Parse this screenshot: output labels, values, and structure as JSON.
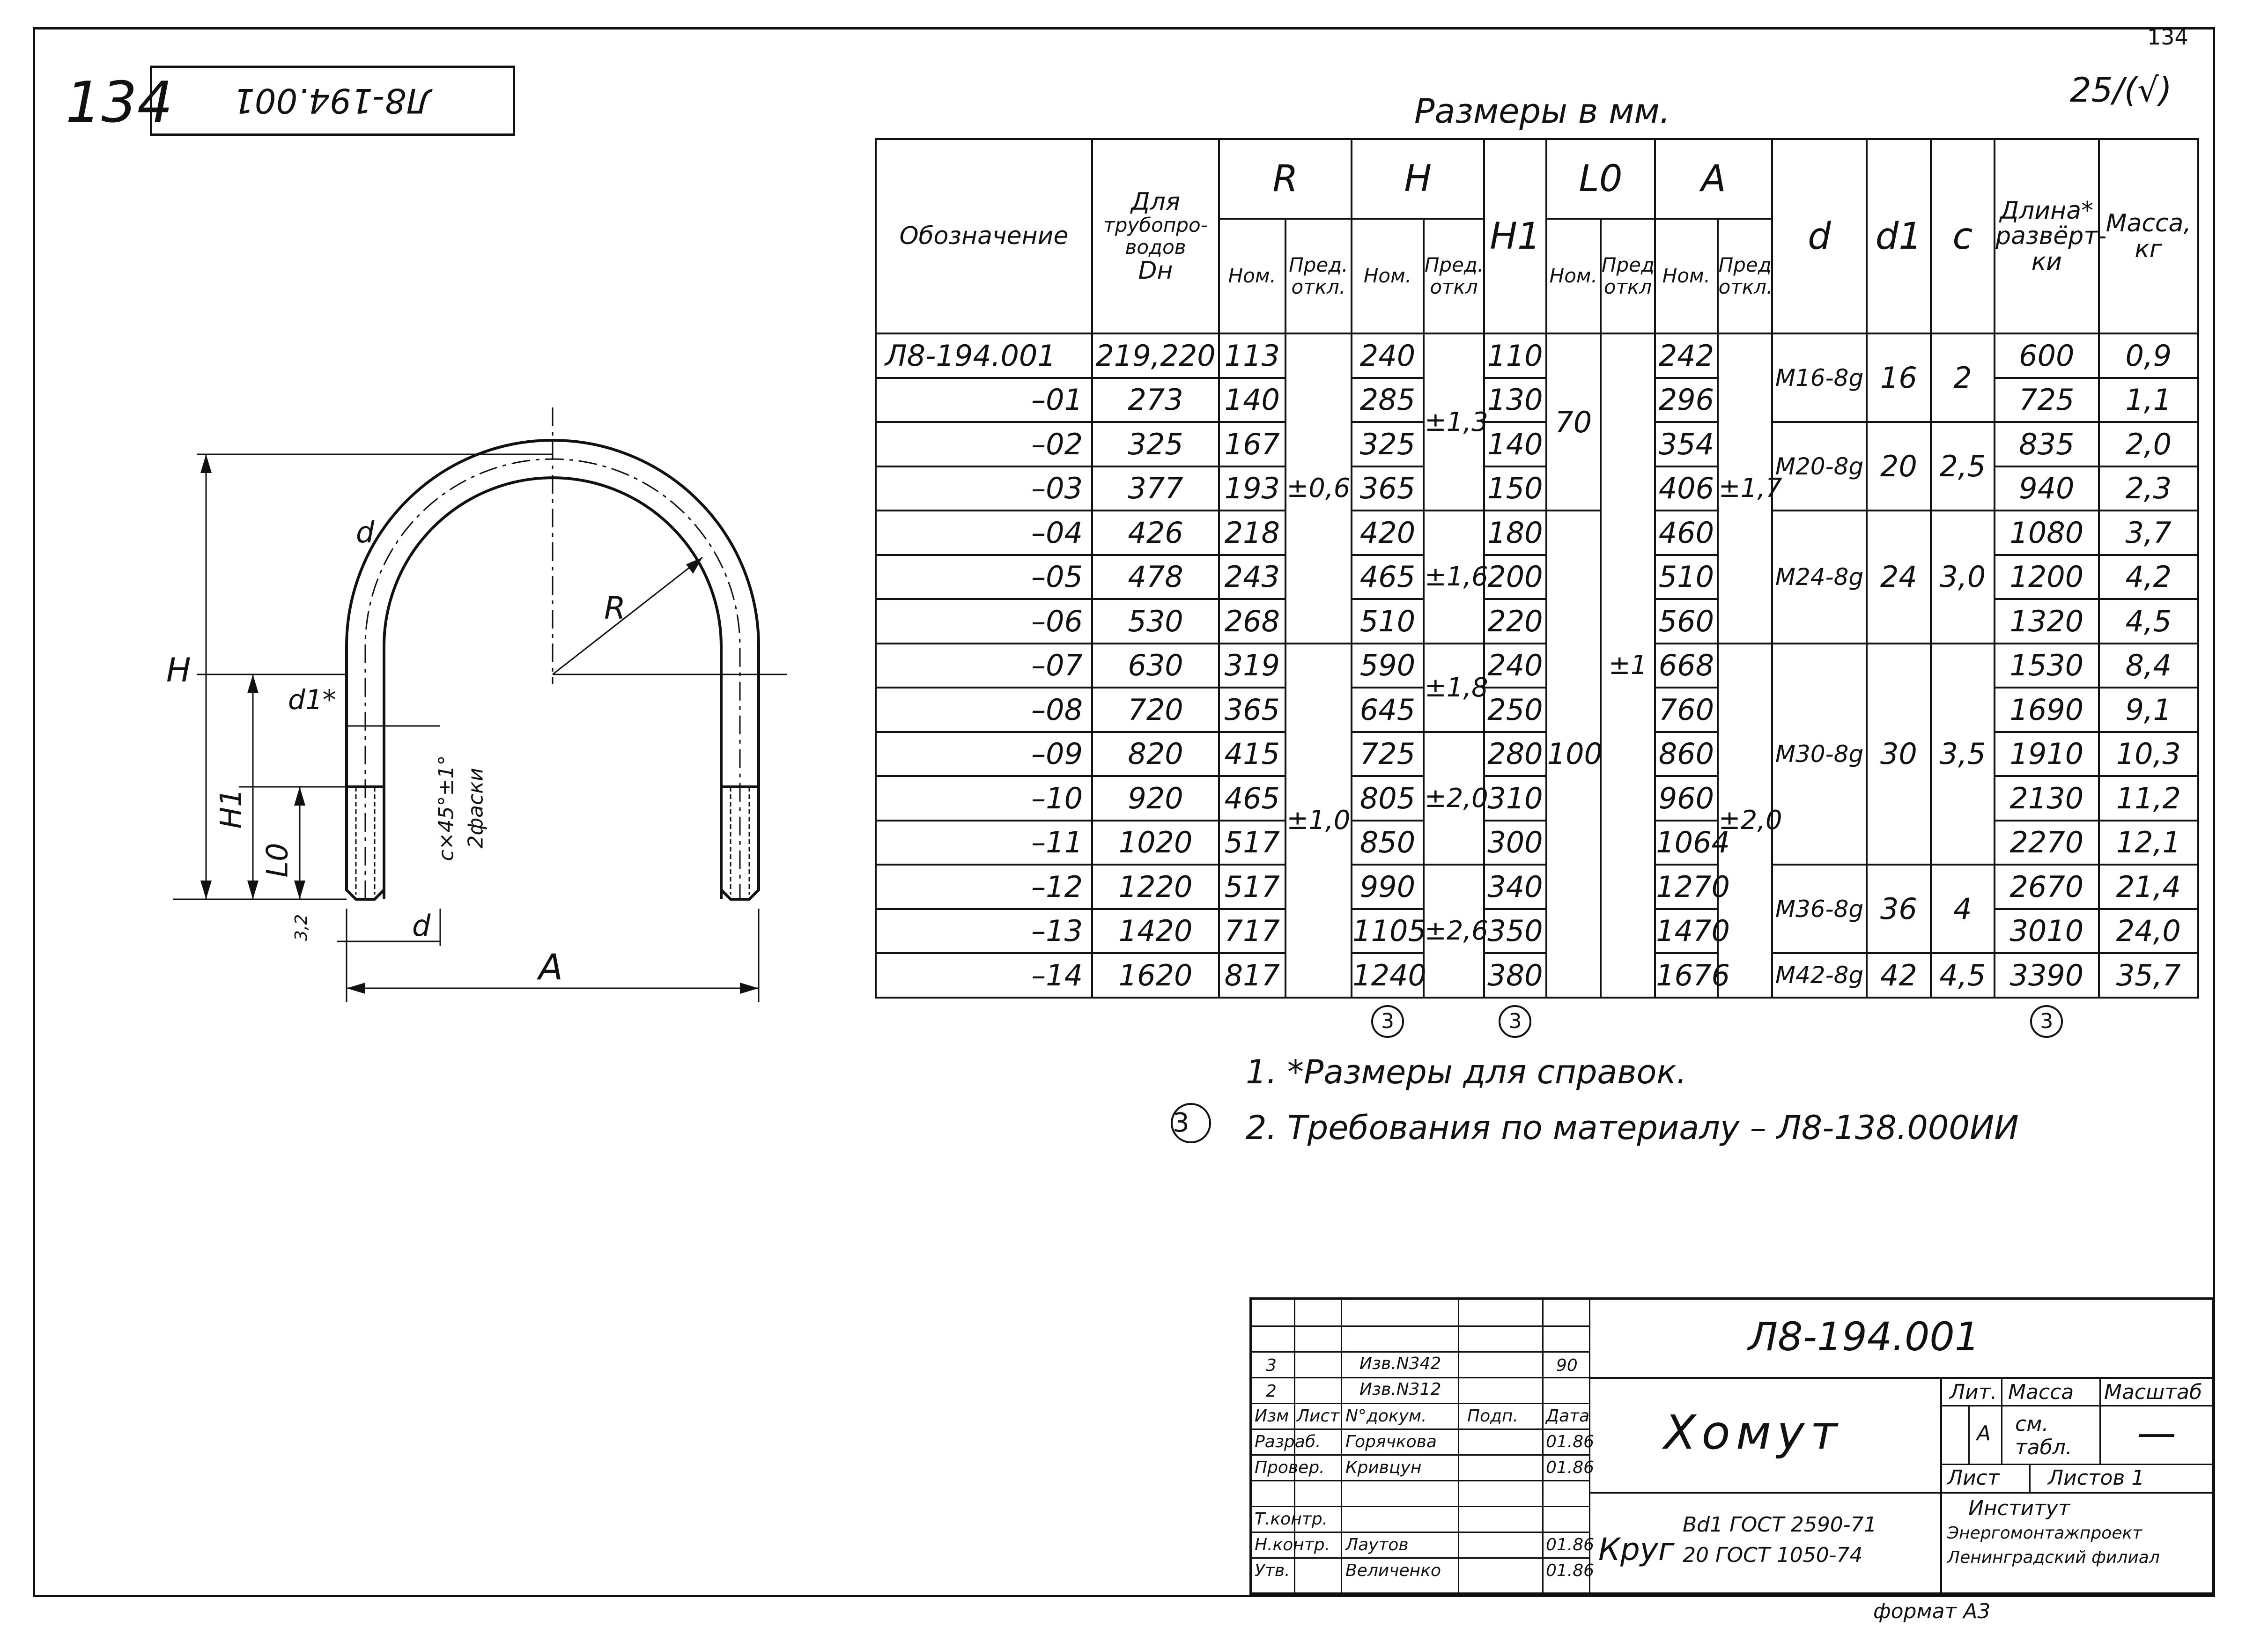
{
  "page": {
    "top_right_number": "134",
    "corner_handwritten": "134",
    "stamp_text": "Л8-194.001",
    "surface_mark": "25/(√)",
    "format": "формат А3"
  },
  "drawing": {
    "labels": {
      "H": "H",
      "H1": "H1",
      "L0": "L0",
      "R": "R",
      "A": "A",
      "d": "d",
      "d_top": "d",
      "d1": "d1*",
      "chamfer": "c×45°±1°",
      "chamfer2": "2фаски",
      "roughness": "3,2"
    }
  },
  "table": {
    "caption": "Размеры в мм.",
    "headers": {
      "designation": "Обозначение",
      "for_pipes_1": "Для",
      "for_pipes_2": "трубопро-",
      "for_pipes_3": "водов",
      "for_pipes_4": "Dн",
      "R": "R",
      "H": "H",
      "H1": "H1",
      "L0": "L0",
      "A": "A",
      "d": "d",
      "d1": "d1",
      "c": "c",
      "length_1": "Длина*",
      "length_2": "развёрт-",
      "length_3": "ки",
      "mass_1": "Масса,",
      "mass_2": "кг",
      "nom": "Ном.",
      "tol_1": "Пред.",
      "tol_2": "откл.",
      "tol_short_1": "Пред",
      "tol_short_2": "откл"
    },
    "rows": [
      {
        "des": "Л8-194.001",
        "dn": "219,220",
        "r": "113",
        "h": "240",
        "h1": "110",
        "a": "242",
        "len": "600",
        "mass": "0,9"
      },
      {
        "des": "–01",
        "dn": "273",
        "r": "140",
        "h": "285",
        "h1": "130",
        "a": "296",
        "len": "725",
        "mass": "1,1"
      },
      {
        "des": "–02",
        "dn": "325",
        "r": "167",
        "h": "325",
        "h1": "140",
        "a": "354",
        "len": "835",
        "mass": "2,0"
      },
      {
        "des": "–03",
        "dn": "377",
        "r": "193",
        "h": "365",
        "h1": "150",
        "a": "406",
        "len": "940",
        "mass": "2,3"
      },
      {
        "des": "–04",
        "dn": "426",
        "r": "218",
        "h": "420",
        "h1": "180",
        "a": "460",
        "len": "1080",
        "mass": "3,7"
      },
      {
        "des": "–05",
        "dn": "478",
        "r": "243",
        "h": "465",
        "h1": "200",
        "a": "510",
        "len": "1200",
        "mass": "4,2"
      },
      {
        "des": "–06",
        "dn": "530",
        "r": "268",
        "h": "510",
        "h1": "220",
        "a": "560",
        "len": "1320",
        "mass": "4,5"
      },
      {
        "des": "–07",
        "dn": "630",
        "r": "319",
        "h": "590",
        "h1": "240",
        "a": "668",
        "len": "1530",
        "mass": "8,4"
      },
      {
        "des": "–08",
        "dn": "720",
        "r": "365",
        "h": "645",
        "h1": "250",
        "a": "760",
        "len": "1690",
        "mass": "9,1"
      },
      {
        "des": "–09",
        "dn": "820",
        "r": "415",
        "h": "725",
        "h1": "280",
        "a": "860",
        "len": "1910",
        "mass": "10,3"
      },
      {
        "des": "–10",
        "dn": "920",
        "r": "465",
        "h": "805",
        "h1": "310",
        "a": "960",
        "len": "2130",
        "mass": "11,2"
      },
      {
        "des": "–11",
        "dn": "1020",
        "r": "517",
        "h": "850",
        "h1": "300",
        "a": "1064",
        "len": "2270",
        "mass": "12,1"
      },
      {
        "des": "–12",
        "dn": "1220",
        "r": "517",
        "h": "990",
        "h1": "340",
        "a": "1270",
        "len": "2670",
        "mass": "21,4"
      },
      {
        "des": "–13",
        "dn": "1420",
        "r": "717",
        "h": "1105",
        "h1": "350",
        "a": "1470",
        "len": "3010",
        "mass": "24,0"
      },
      {
        "des": "–14",
        "dn": "1620",
        "r": "817",
        "h": "1240",
        "h1": "380",
        "a": "1676",
        "len": "3390",
        "mass": "35,7"
      }
    ],
    "merged": {
      "r_tol_1": "±0,6",
      "r_tol_2": "±1,0",
      "h_tol_1": "±1,3",
      "h_tol_2": "±1,6",
      "h_tol_3": "±1,8",
      "h_tol_4": "±2,0",
      "h_tol_5": "±2,6",
      "l0_1": "70",
      "l0_2": "100",
      "l0_tol": "±1",
      "a_tol_1": "±1,7",
      "a_tol_2": "±2,0",
      "d_1": "M16-8g",
      "d_2": "M20-8g",
      "d_3": "M24-8g",
      "d_4": "M30-8g",
      "d_5": "M36-8g",
      "d_6": "M42-8g",
      "d1_1": "16",
      "d1_2": "20",
      "d1_3": "24",
      "d1_4": "30",
      "d1_5": "36",
      "d1_6": "42",
      "c_1": "2",
      "c_2": "2,5",
      "c_3": "3,0",
      "c_4": "3,5",
      "c_5": "4",
      "c_6": "4,5"
    },
    "change_mark": "3"
  },
  "notes": {
    "note1": "1.  *Размеры для справок.",
    "note2": "2.  Требования по материалу – Л8-138.000ИИ",
    "mark": "3"
  },
  "title_block": {
    "doc_number": "Л8-194.001",
    "title": "Хомут",
    "material_label": "Круг",
    "material_1": "Bd1 ГОСТ 2590-71",
    "material_2": "20 ГОСТ 1050-74",
    "lit_label": "Лит.",
    "lit_value": "А",
    "mass_label": "Масса",
    "mass_value_1": "см.",
    "mass_value_2": "табл.",
    "scale_label": "Масштаб",
    "scale_value": "—",
    "sheet_label": "Лист",
    "sheets_label": "Листов 1",
    "org_1": "Институт",
    "org_2": "Энергомонтажпроект",
    "org_3": "Ленинградский филиал",
    "rev3_num": "3",
    "rev3_doc": "Изв.N342",
    "rev3_date": "90",
    "rev2_num": "2",
    "rev2_doc": "Изв.N312",
    "hdr_izm": "Изм",
    "hdr_list": "Лист",
    "hdr_doc": "N°докум.",
    "hdr_sign": "Подп.",
    "hdr_date": "Дата",
    "role_dev": "Разраб.",
    "name_dev": "Горячкова",
    "date_dev": "01.86",
    "role_check": "Провер.",
    "name_check": "Кривцун",
    "date_check": "01.86",
    "role_tcontrol": "Т.контр.",
    "role_ncontrol": "Н.контр.",
    "name_ncontrol": "Лаутов",
    "date_ncontrol": "01.86",
    "role_approve": "Утв.",
    "name_approve": "Величенко",
    "date_approve": "01.86"
  }
}
